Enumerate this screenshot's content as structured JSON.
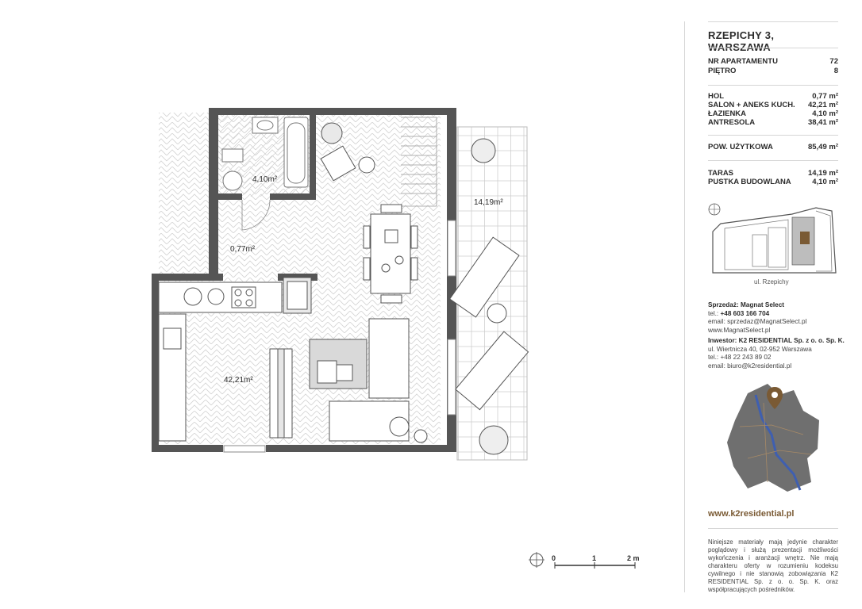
{
  "header": {
    "title": "RZEPICHY 3, WARSZAWA"
  },
  "apartment": {
    "rows": [
      {
        "label": "NR APARTAMENTU",
        "value": "72"
      },
      {
        "label": "PIĘTRO",
        "value": "8"
      }
    ]
  },
  "rooms": [
    {
      "label": "HOL",
      "value": "0,77 m²"
    },
    {
      "label": "SALON + ANEKS KUCH.",
      "value": "42,21 m²"
    },
    {
      "label": "ŁAZIENKA",
      "value": "4,10 m²"
    },
    {
      "label": "ANTRESOLA",
      "value": "38,41 m²"
    }
  ],
  "usable": {
    "label": "POW. UŻYTKOWA",
    "value": "85,49 m²"
  },
  "extras": [
    {
      "label": "TARAS",
      "value": "14,19 m²"
    },
    {
      "label": "PUSTKA BUDOWLANA",
      "value": "4,10 m²"
    }
  ],
  "plan_labels": {
    "bathroom": "4,10m²",
    "hall": "0,77m²",
    "living": "42,21m²",
    "terrace": "14,19m²"
  },
  "street": "ul. Rzepichy",
  "sales": {
    "heading_prefix": "Sprzedaż: ",
    "heading_name": "Magnat Select",
    "tel_prefix": "tel.: ",
    "tel": "+48 603 166 704",
    "email": "email: sprzedaz@MagnatSelect.pl",
    "web": "www.MagnatSelect.pl"
  },
  "investor": {
    "heading_prefix": "Inwestor: ",
    "heading_name": "K2 RESIDENTIAL Sp. z o. o. Sp. K.",
    "address": "ul. Wiertnicza 40, 02-952 Warszawa",
    "tel": "tel.: +48 22 243 89 02",
    "email": "email: biuro@k2residential.pl"
  },
  "website": "www.k2residential.pl",
  "disclaimer": "Niniejsze materiały mają jedynie charakter poglądowy i służą prezentacji możliwości wykończenia i aranżacji wnętrz. Nie mają charakteru oferty w rozumieniu kodeksu cywilnego i nie stanowią zobowiązania K2 RESIDENTIAL Sp. z o. o. Sp. K. oraz współpracujących pośredników.",
  "scale": {
    "labels": [
      "0",
      "1",
      "2 m"
    ]
  },
  "colors": {
    "wall": "#555555",
    "accent": "#7a5a34",
    "river": "#3f5fb0",
    "map": "#6f6f6f"
  }
}
